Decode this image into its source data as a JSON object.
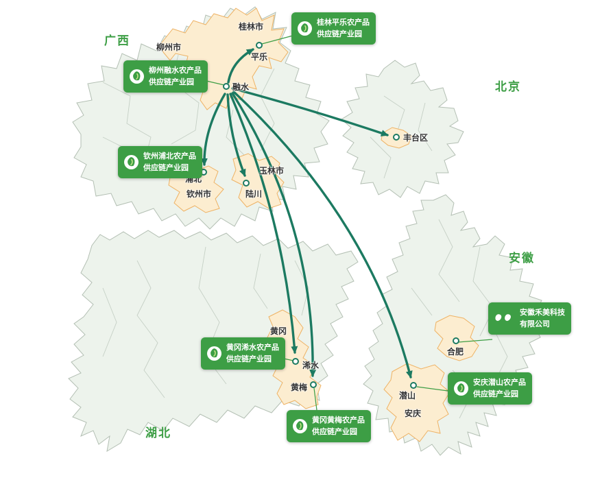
{
  "provinces": [
    {
      "name": "广西"
    },
    {
      "name": "北京"
    },
    {
      "name": "安徽"
    },
    {
      "name": "湖北"
    }
  ],
  "cities": [
    {
      "name": "柳州市"
    },
    {
      "name": "桂林市"
    },
    {
      "name": "平乐"
    },
    {
      "name": "融水"
    },
    {
      "name": "浦北"
    },
    {
      "name": "钦州市"
    },
    {
      "name": "玉林市"
    },
    {
      "name": "陆川"
    },
    {
      "name": "丰台区"
    },
    {
      "name": "黄冈"
    },
    {
      "name": "浠水"
    },
    {
      "name": "黄梅"
    },
    {
      "name": "潜山"
    },
    {
      "name": "安庆"
    },
    {
      "name": "合肥"
    }
  ],
  "callouts": [
    {
      "line1": "桂林平乐农产品",
      "line2": "供应链产业园",
      "icon": "park-logo"
    },
    {
      "line1": "柳州融水农产品",
      "line2": "供应链产业园",
      "icon": "park-logo"
    },
    {
      "line1": "钦州浦北农产品",
      "line2": "供应链产业园",
      "icon": "park-logo"
    },
    {
      "line1": "黄冈浠水农产品",
      "line2": "供应链产业园",
      "icon": "park-logo"
    },
    {
      "line1": "黄冈黄梅农产品",
      "line2": "供应链产业园",
      "icon": "park-logo"
    },
    {
      "line1": "安庆潜山农产品",
      "line2": "供应链产业园",
      "icon": "park-logo"
    },
    {
      "line1": "安徽禾美科技",
      "line2": "有限公司",
      "icon": "company-logo"
    }
  ],
  "routes": [
    {
      "from": "融水",
      "to": "平乐"
    },
    {
      "from": "融水",
      "to": "丰台区"
    },
    {
      "from": "融水",
      "to": "浦北"
    },
    {
      "from": "融水",
      "to": "陆川"
    },
    {
      "from": "融水",
      "to": "浠水"
    },
    {
      "from": "融水",
      "to": "黄梅"
    },
    {
      "from": "融水",
      "to": "潜山"
    }
  ],
  "colors": {
    "province_fill": "#edf3ec",
    "province_border": "#b3bfb3",
    "highlight_fill": "#fcedd0",
    "highlight_border": "#eeb264",
    "callout_bg": "#3d9e45",
    "arrow": "#1c7a61",
    "province_label": "#3d9e45",
    "city_label": "#333333"
  }
}
